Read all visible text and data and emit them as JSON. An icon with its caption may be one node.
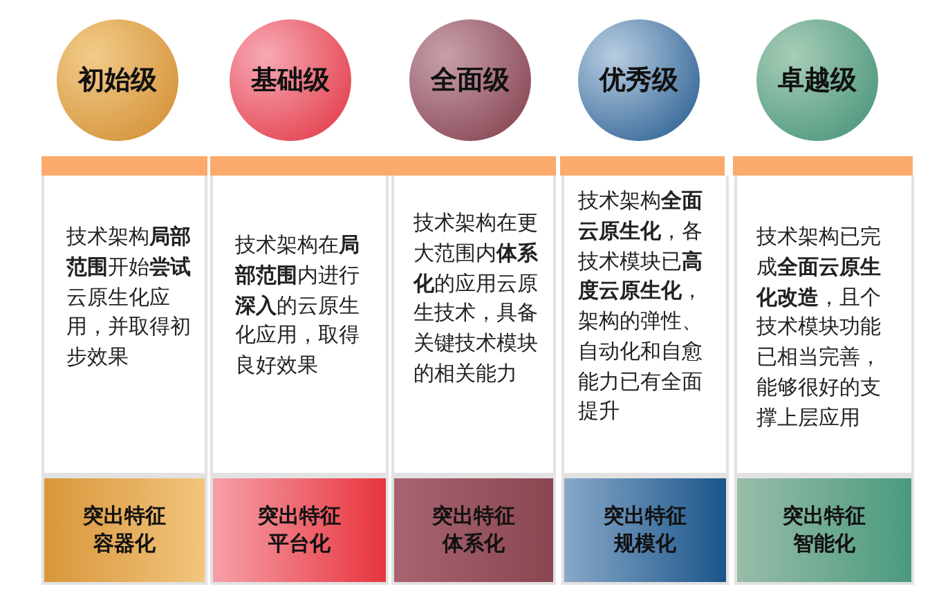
{
  "diagram": {
    "nodes": [
      {
        "text": [
          "初始级"
        ]
      },
      {
        "text": [
          "基础级"
        ]
      },
      {
        "text": [
          "全面级"
        ]
      },
      {
        "text": [
          "优秀级"
        ]
      },
      {
        "text": [
          "卓越级"
        ]
      },
      {
        "text": [
          "技术架构**局部范围**开始**尝试**云原生化应用，并取得初步效果"
        ]
      },
      {
        "text": [
          "技术架构在**局部范围**内进行**深入**的云原生化应用，取得良好效果"
        ]
      },
      {
        "text": [
          "技术架构在更大范围内**体系化**的应用云原生技术，具备关键技术模块的相关能力"
        ]
      },
      {
        "text": [
          "技术架构**全面云原生化**，各技术模块已**高度云原生化**，架构的弹性、自动化和自愈能力已有全面提升"
        ]
      },
      {
        "text": [
          "技术架构已完成**全面云原生化改造**，且个技术模块功能已相当完善，能够很好的支撑上层应用"
        ]
      },
      {
        "text": [
          "突出特征",
          "容器化"
        ]
      },
      {
        "text": [
          "突出特征",
          "平台化"
        ]
      },
      {
        "text": [
          "突出特征",
          "体系化"
        ]
      },
      {
        "text": [
          "突出特征",
          "规模化"
        ]
      },
      {
        "text": [
          "突出特征",
          "智能化"
        ]
      }
    ],
    "edges": []
  }
}
